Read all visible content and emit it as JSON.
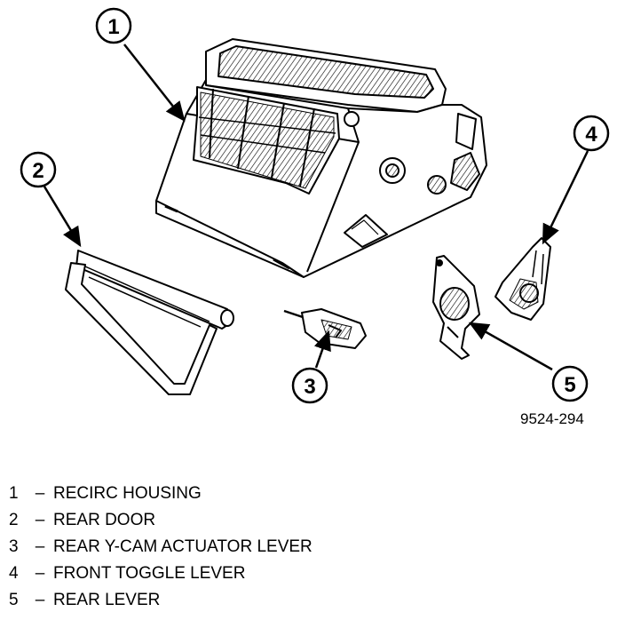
{
  "figure_id": "9524-294",
  "callouts": [
    {
      "number": "1"
    },
    {
      "number": "2"
    },
    {
      "number": "3"
    },
    {
      "number": "4"
    },
    {
      "number": "5"
    }
  ],
  "legend": [
    {
      "number": "1",
      "separator": "–",
      "label": "RECIRC HOUSING"
    },
    {
      "number": "2",
      "separator": "–",
      "label": "REAR DOOR"
    },
    {
      "number": "3",
      "separator": "–",
      "label": "REAR Y-CAM ACTUATOR LEVER"
    },
    {
      "number": "4",
      "separator": "–",
      "label": "FRONT TOGGLE LEVER"
    },
    {
      "number": "5",
      "separator": "–",
      "label": "REAR LEVER"
    }
  ]
}
